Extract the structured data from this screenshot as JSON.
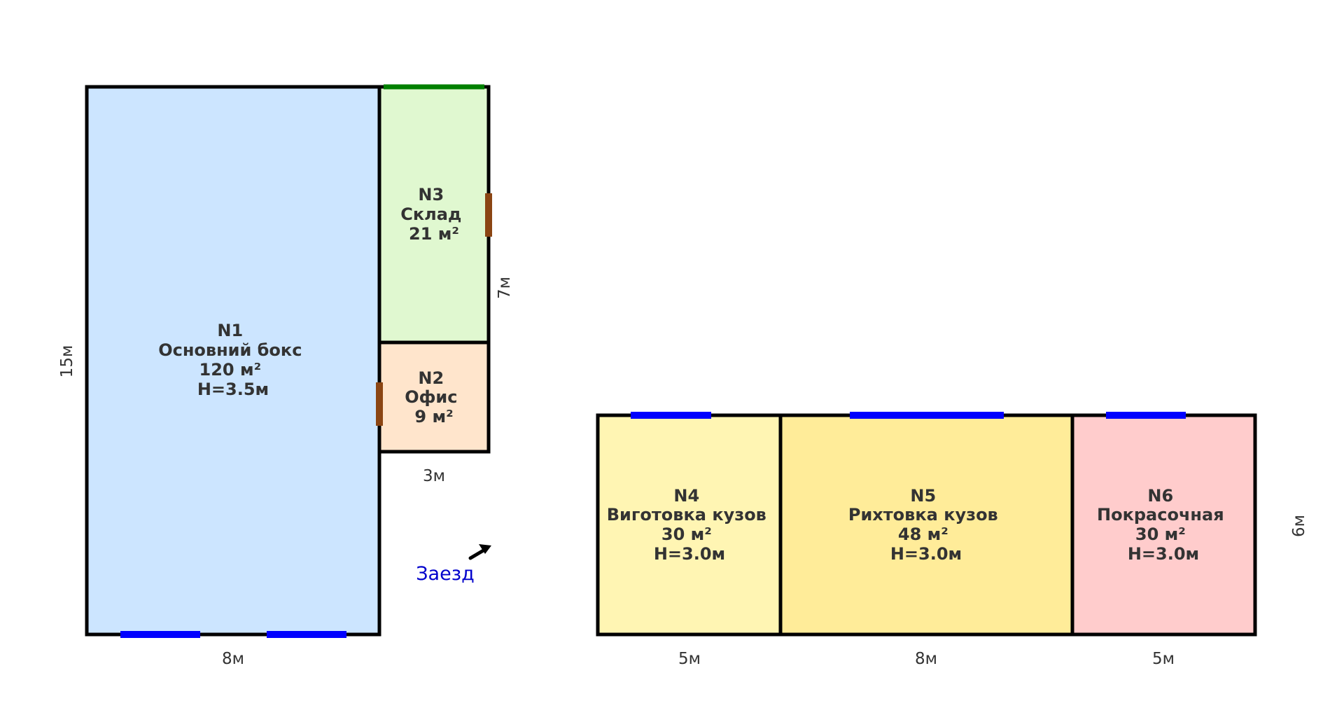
{
  "colors": {
    "wall": "#000000",
    "window": "#0000ff",
    "door": "#8b4513",
    "gate": "#008000",
    "text": "#333333",
    "entry": "#0000cc"
  },
  "rooms": [
    {
      "id": "N1",
      "name": "Основний бокс",
      "area": "120 м²",
      "height": "H=3.5м",
      "fill": "#cce5ff"
    },
    {
      "id": "N2",
      "name": "Офис",
      "area": "9 м²",
      "height": "",
      "fill": "#ffe5cc"
    },
    {
      "id": "N3",
      "name": "Склад",
      "area": "21 м²",
      "height": "",
      "fill": "#e0f8d0"
    },
    {
      "id": "N4",
      "name": "Виготовка кузов",
      "area": "30 м²",
      "height": "H=3.0м",
      "fill": "#fff5b3"
    },
    {
      "id": "N5",
      "name": "Рихтовка кузов",
      "area": "48 м²",
      "height": "H=3.0м",
      "fill": "#ffec99"
    },
    {
      "id": "N6",
      "name": "Покрасочная",
      "area": "30 м²",
      "height": "H=3.0м",
      "fill": "#ffcccc"
    }
  ],
  "dimensions": {
    "n1_width": "8м",
    "n1_height": "15м",
    "n3_height": "7м",
    "n2_width": "3м",
    "n4_width": "5м",
    "n5_width": "8м",
    "n6_width": "5м",
    "row_height": "6м"
  },
  "entry": {
    "label": "Заезд",
    "icon": "arrow-icon"
  }
}
